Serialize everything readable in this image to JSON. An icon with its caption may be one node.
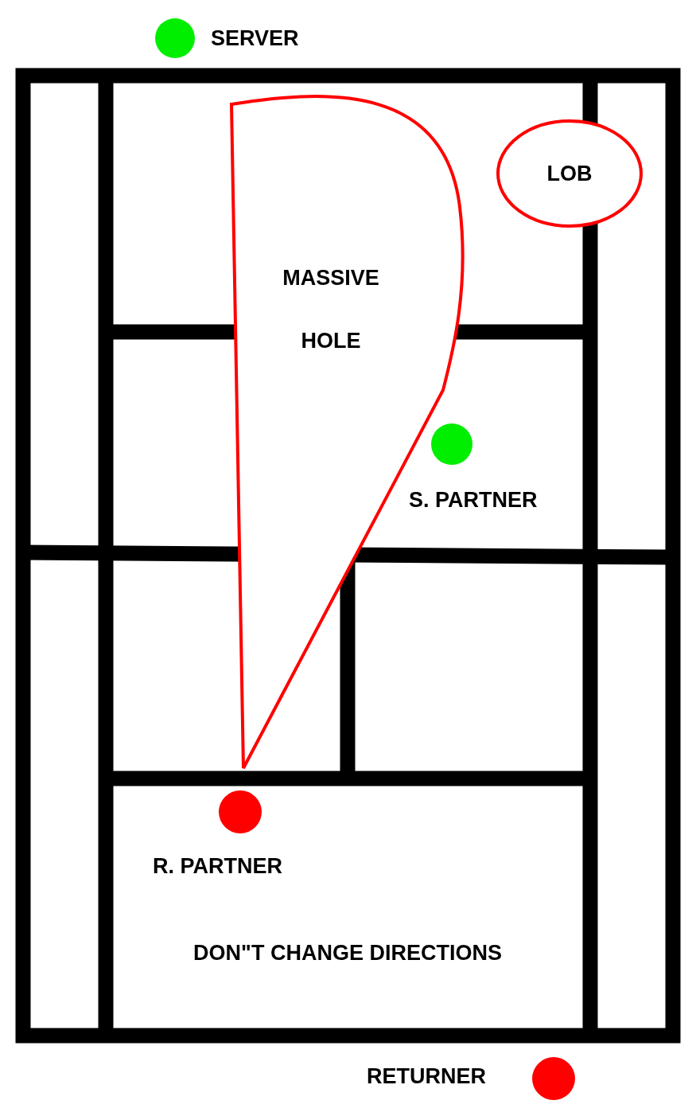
{
  "diagram": {
    "nodes": [
      {
        "text": [],
        "shape": "circle",
        "beside": [
          "SERVER"
        ]
      },
      {
        "text": [
          "LOB"
        ]
      },
      {
        "text": [
          "MASSIVE HOLE"
        ]
      },
      {
        "text": [],
        "shape": "circle"
      },
      {
        "text": [],
        "shape": "circle",
        "beside": [
          "R. PARTNER"
        ]
      },
      {
        "text": [],
        "shape": "circle",
        "beside": [
          "RETURNER"
        ]
      }
    ],
    "labels": [
      "S. PARTNER",
      "DON\"T CHANGE DIRECTIONS"
    ]
  }
}
